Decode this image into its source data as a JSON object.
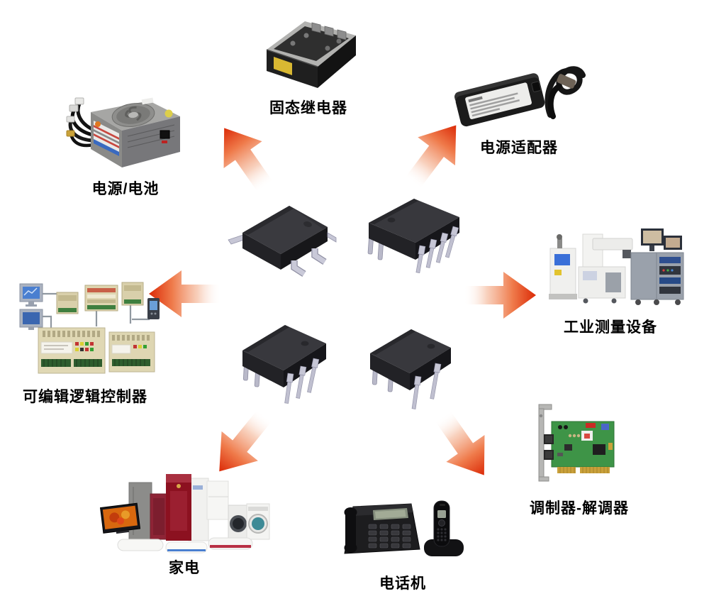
{
  "diagram": {
    "background": "#ffffff",
    "text_color": "#000000",
    "arrow_colors": {
      "tail": "#ffffff",
      "mid_light": "#f7c9b2",
      "mid": "#ef7a4a",
      "tip": "#db2a07"
    },
    "labels": {
      "ssr": "固态继电器",
      "power_adapter": "电源适配器",
      "power_battery": "电源/电池",
      "industrial": "工业测量设备",
      "plc": "可编辑逻辑控制器",
      "modem": "调制器-解调器",
      "appliances": "家电",
      "telephone": "电话机"
    },
    "chips": [
      {
        "icon": "optocoupler-sop-chip"
      },
      {
        "icon": "optocoupler-dip8-chip"
      },
      {
        "icon": "optocoupler-dip6-chip"
      },
      {
        "icon": "optocoupler-dip4-chip"
      }
    ],
    "arrows": [
      {
        "icon": "arrow-icon",
        "direction": "up-left"
      },
      {
        "icon": "arrow-icon",
        "direction": "up-right"
      },
      {
        "icon": "arrow-icon",
        "direction": "left"
      },
      {
        "icon": "arrow-icon",
        "direction": "right"
      },
      {
        "icon": "arrow-icon",
        "direction": "down-left"
      },
      {
        "icon": "arrow-icon",
        "direction": "down-right"
      }
    ]
  }
}
